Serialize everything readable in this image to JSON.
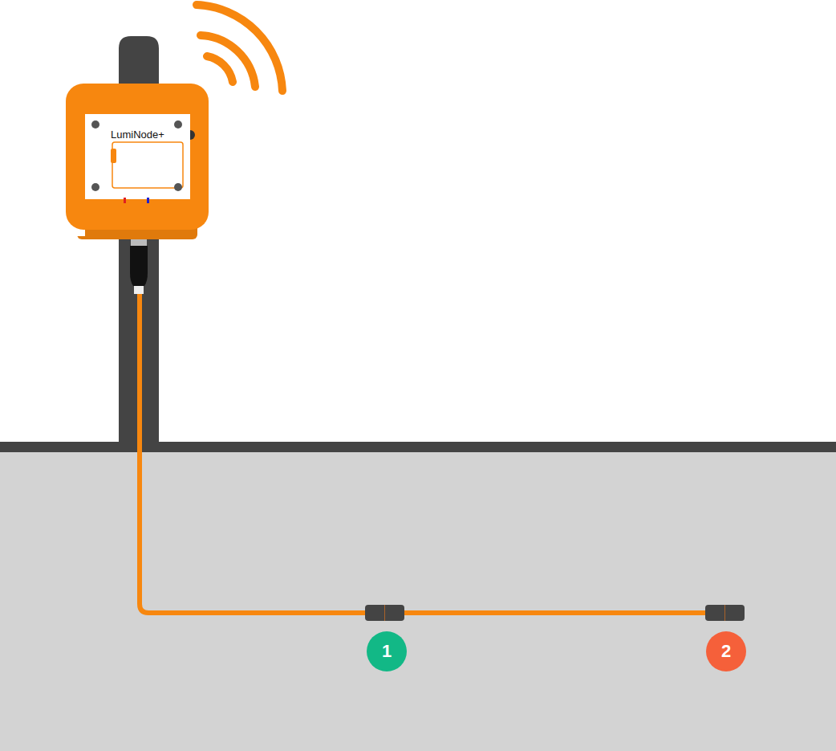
{
  "diagram": {
    "labels": [
      "LumiNode+",
      "1",
      "2"
    ]
  }
}
